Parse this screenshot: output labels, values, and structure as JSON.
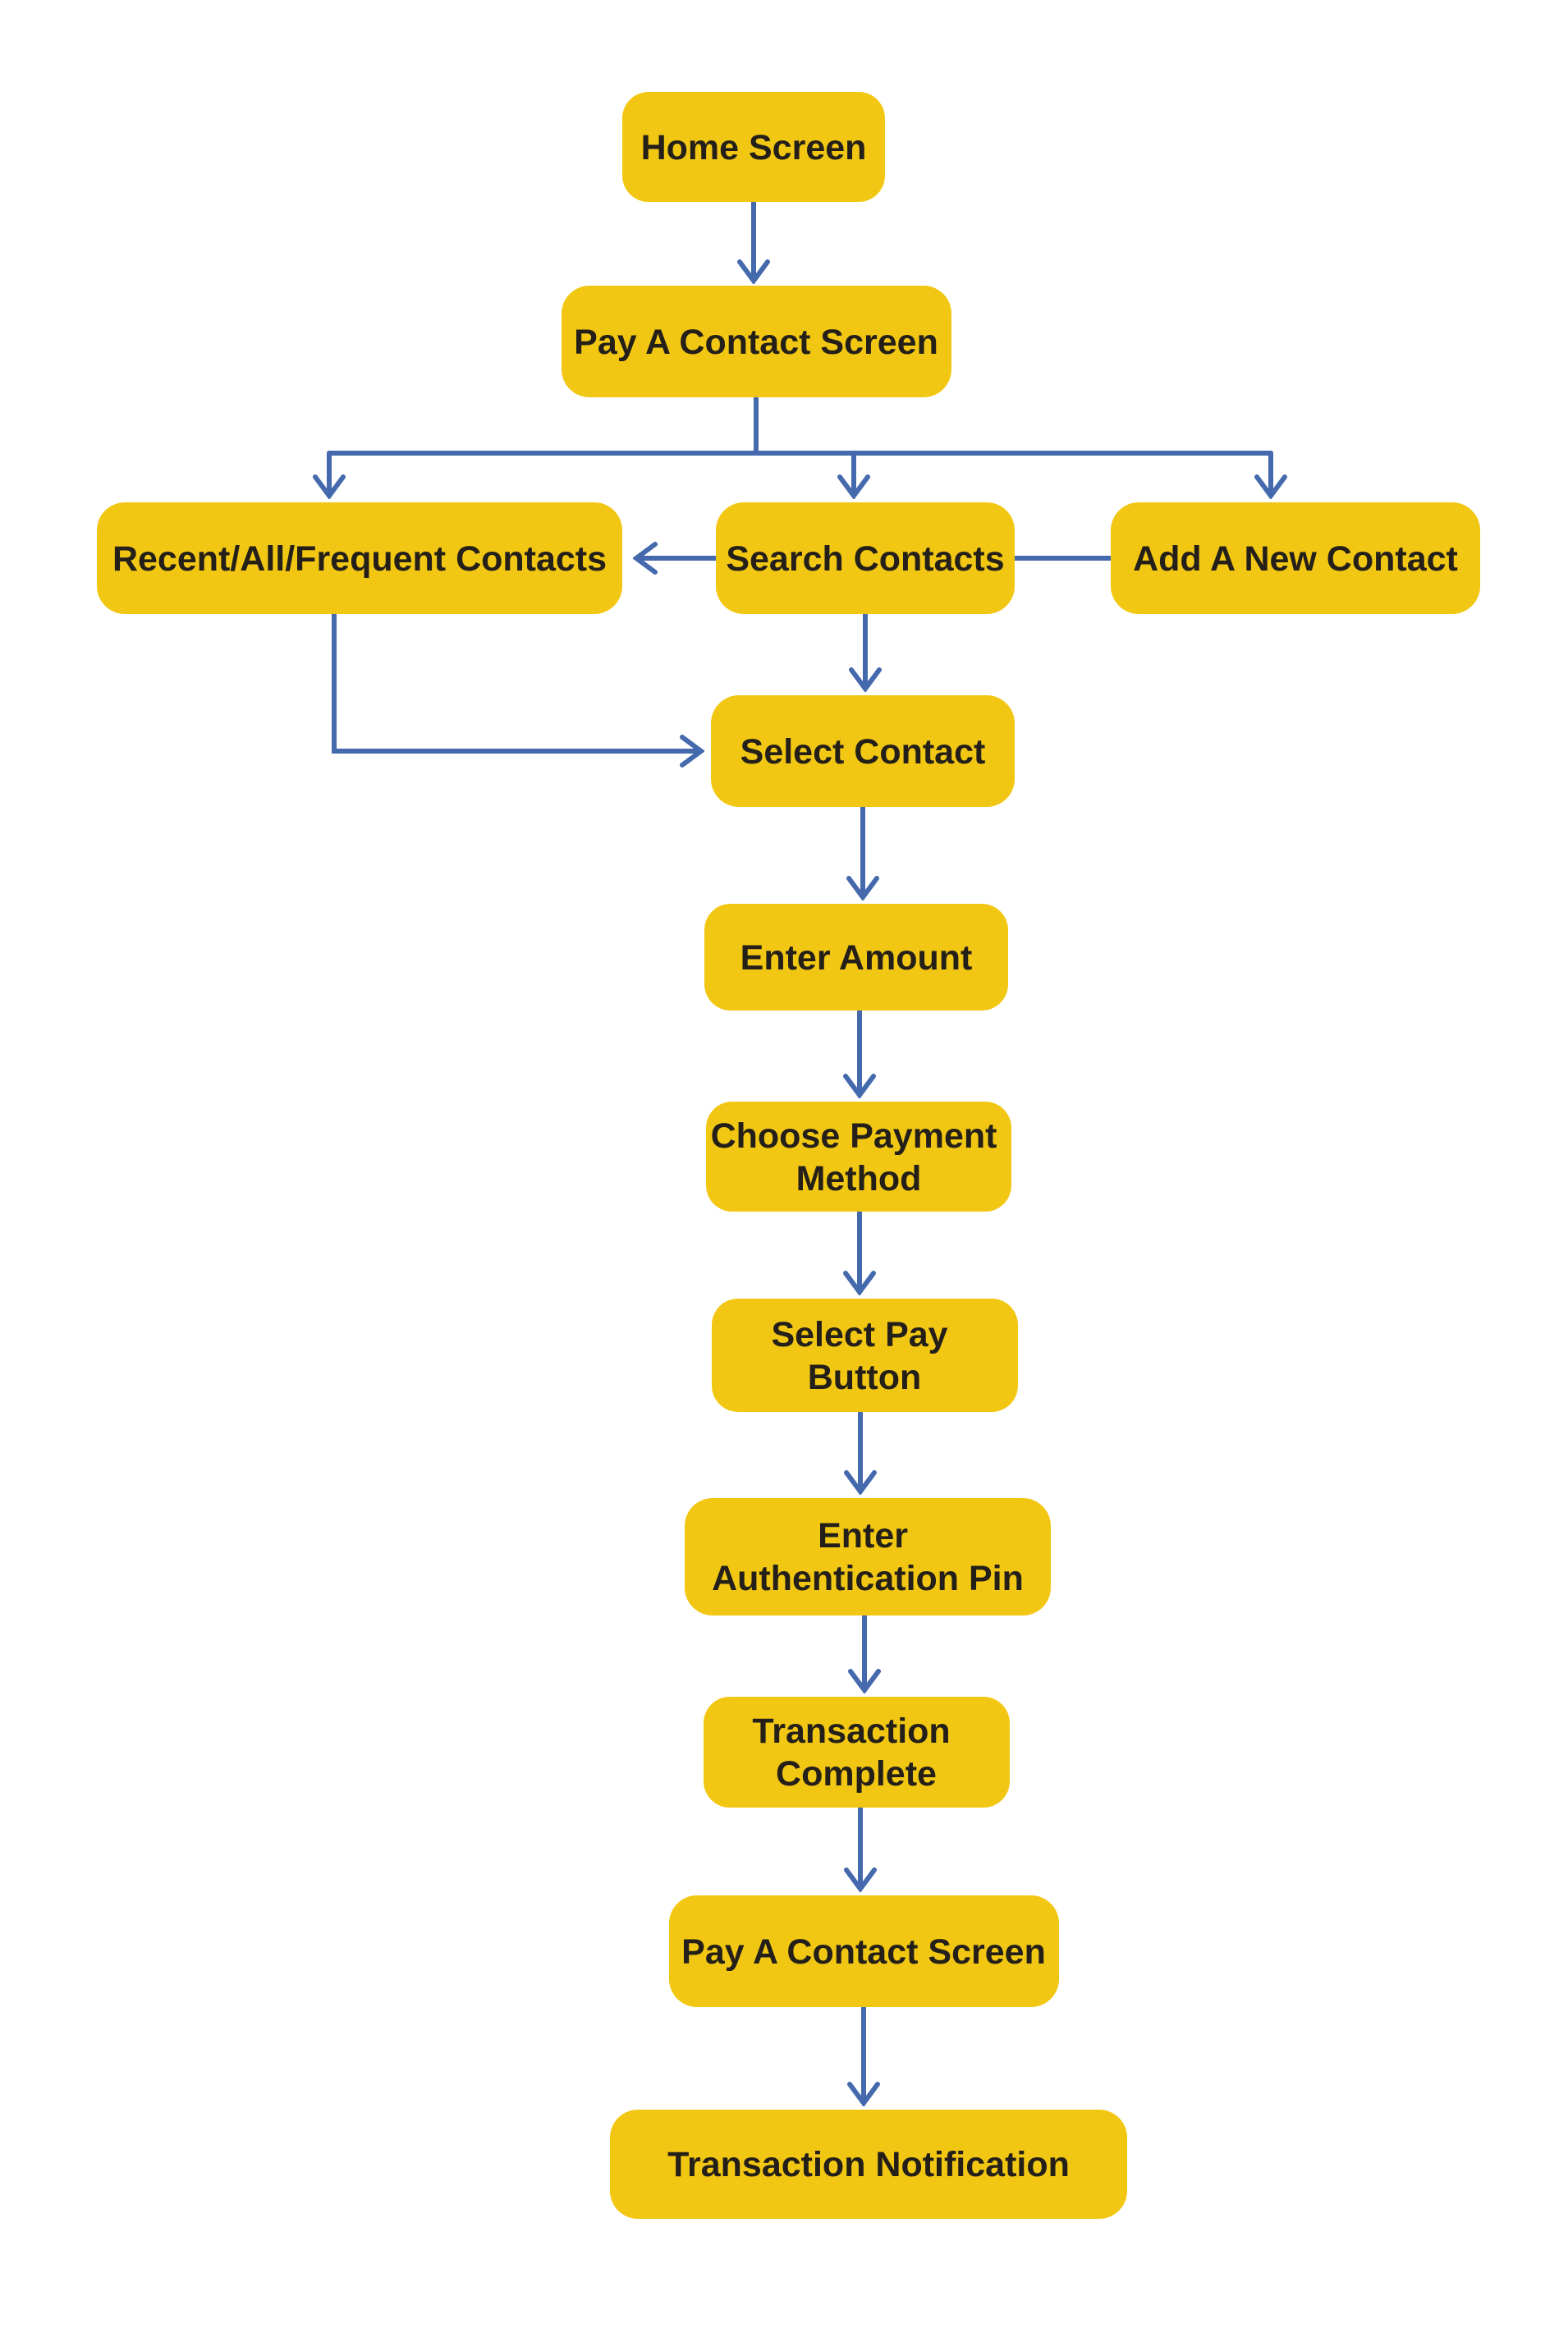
{
  "diagram": {
    "type": "flowchart",
    "background": "#FFFFFF",
    "colors": {
      "node_fill": "#F2C713",
      "node_text": "#242019",
      "arrow": "#4569AD"
    },
    "nodes": [
      {
        "id": "home-screen",
        "label": "Home Screen",
        "lines": [
          "Home Screen"
        ]
      },
      {
        "id": "pay-a-contact-screen",
        "label": "Pay A Contact Screen",
        "lines": [
          "Pay A Contact Screen"
        ]
      },
      {
        "id": "recent-all-frequent-contacts",
        "label": "Recent/All/Frequent Contacts",
        "lines": [
          "Recent/All/Frequent Contacts"
        ]
      },
      {
        "id": "search-contacts",
        "label": "Search Contacts",
        "lines": [
          "Search Contacts"
        ]
      },
      {
        "id": "add-a-new-contact",
        "label": "Add A New Contact",
        "lines": [
          "Add A New Contact"
        ]
      },
      {
        "id": "select-contact",
        "label": "Select Contact",
        "lines": [
          "Select Contact"
        ]
      },
      {
        "id": "enter-amount",
        "label": "Enter Amount",
        "lines": [
          "Enter Amount"
        ]
      },
      {
        "id": "choose-payment-method",
        "label": "Choose Payment Method",
        "lines": [
          "Choose Payment",
          "Method"
        ]
      },
      {
        "id": "select-pay-button",
        "label": "Select Pay Button",
        "lines": [
          "Select Pay",
          "Button"
        ]
      },
      {
        "id": "enter-authentication-pin",
        "label": "Enter Authentication Pin",
        "lines": [
          "Enter",
          "Authentication Pin"
        ]
      },
      {
        "id": "transaction-complete",
        "label": "Transaction Complete",
        "lines": [
          "Transaction",
          "Complete"
        ]
      },
      {
        "id": "pay-a-contact-screen-2",
        "label": "Pay A Contact Screen",
        "lines": [
          "Pay A Contact Screen"
        ]
      },
      {
        "id": "transaction-notification",
        "label": "Transaction Notification",
        "lines": [
          "Transaction Notification"
        ]
      }
    ],
    "edges": [
      {
        "from": "home-screen",
        "to": "pay-a-contact-screen",
        "arrowhead": true
      },
      {
        "from": "pay-a-contact-screen",
        "to": "recent-all-frequent-contacts",
        "arrowhead": true
      },
      {
        "from": "pay-a-contact-screen",
        "to": "search-contacts",
        "arrowhead": true
      },
      {
        "from": "pay-a-contact-screen",
        "to": "add-a-new-contact",
        "arrowhead": true
      },
      {
        "from": "search-contacts",
        "to": "recent-all-frequent-contacts",
        "arrowhead": true
      },
      {
        "from": "add-a-new-contact",
        "to": "search-contacts",
        "arrowhead": false
      },
      {
        "from": "search-contacts",
        "to": "select-contact",
        "arrowhead": true
      },
      {
        "from": "recent-all-frequent-contacts",
        "to": "select-contact",
        "arrowhead": true
      },
      {
        "from": "select-contact",
        "to": "enter-amount",
        "arrowhead": true
      },
      {
        "from": "enter-amount",
        "to": "choose-payment-method",
        "arrowhead": true
      },
      {
        "from": "choose-payment-method",
        "to": "select-pay-button",
        "arrowhead": true
      },
      {
        "from": "select-pay-button",
        "to": "enter-authentication-pin",
        "arrowhead": true
      },
      {
        "from": "enter-authentication-pin",
        "to": "transaction-complete",
        "arrowhead": true
      },
      {
        "from": "transaction-complete",
        "to": "pay-a-contact-screen-2",
        "arrowhead": true
      },
      {
        "from": "pay-a-contact-screen-2",
        "to": "transaction-notification",
        "arrowhead": true
      }
    ]
  }
}
